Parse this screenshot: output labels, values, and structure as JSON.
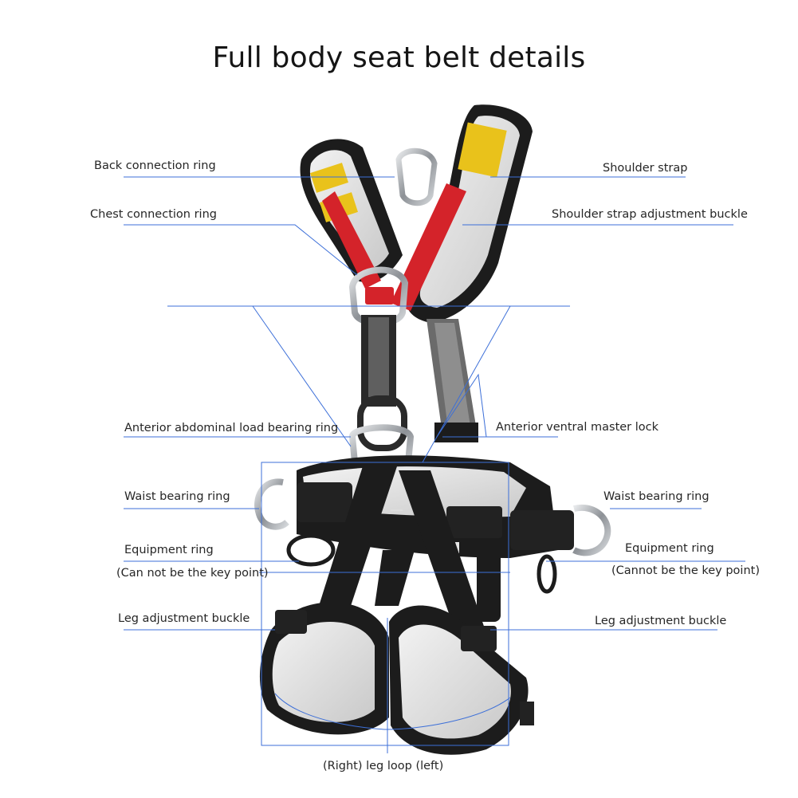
{
  "title": "Full body seat belt details",
  "labels": {
    "back_connection_ring": "Back connection ring",
    "chest_connection_ring": "Chest connection ring",
    "shoulder_strap": "Shoulder strap",
    "shoulder_strap_adjustment_buckle": "Shoulder strap adjustment buckle",
    "anterior_abdominal_load_bearing_ring": "Anterior abdominal load bearing ring",
    "anterior_ventral_master_lock": "Anterior ventral master lock",
    "waist_bearing_ring_left": "Waist bearing ring",
    "waist_bearing_ring_right": "Waist bearing ring",
    "equipment_ring_left": "Equipment ring",
    "equipment_ring_left_note": "(Can not be the key point)",
    "equipment_ring_right": "Equipment ring",
    "equipment_ring_right_note": "(Cannot be the key point)",
    "leg_adjustment_buckle_left": "Leg adjustment buckle",
    "leg_adjustment_buckle_right": "Leg adjustment buckle",
    "leg_loop": "(Right) leg loop (left)"
  },
  "colors": {
    "callout_line": "#3c6fd8",
    "strap_black": "#1b1b1b",
    "strap_red": "#d4232a",
    "pad_yellow": "#e9c21b",
    "pad_grey": "#d9d9d9",
    "metal": "#9ea3a8"
  }
}
